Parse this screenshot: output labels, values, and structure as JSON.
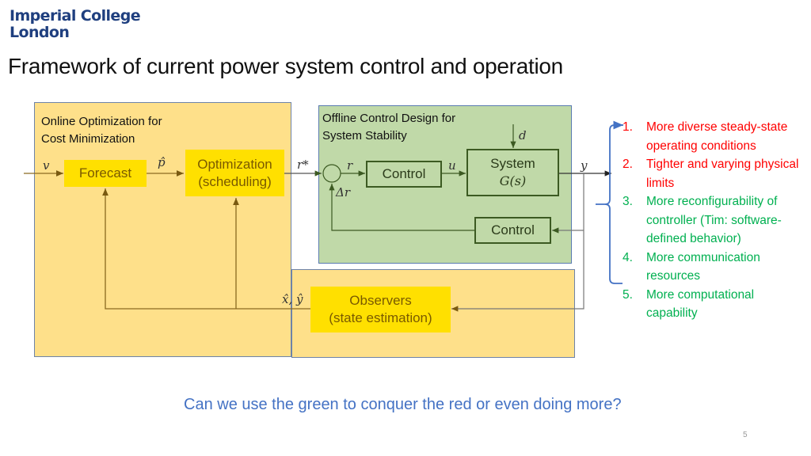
{
  "header": {
    "logo_line1": "Imperial College",
    "logo_line2": "London",
    "title": "Framework of current power system control and operation"
  },
  "colors": {
    "online_panel": "#fee08a",
    "offline_panel": "#c0d9a8",
    "block_yellow": "#ffe000",
    "red_item": "#ff0000",
    "green_item": "#00b050",
    "question": "#4472c4",
    "brace": "#4472c4"
  },
  "online_panel": {
    "label_line1": "Online Optimization for",
    "label_line2": "Cost Minimization",
    "forecast_label": "Forecast",
    "optimization_line1": "Optimization",
    "optimization_line2": "(scheduling)",
    "input_symbol": "v",
    "forecast_output_symbol": "p̂",
    "reference_symbol": "r*"
  },
  "offline_panel": {
    "label_line1": "Offline Control Design for",
    "label_line2": "System Stability",
    "control_label": "Control",
    "system_line1": "System",
    "system_line2": "G(s)",
    "feedback_control_label": "Control",
    "r_symbol": "r",
    "u_symbol": "u",
    "d_symbol": "d",
    "delta_r_symbol": "Δr",
    "y_symbol": "y"
  },
  "observer_panel": {
    "line1": "Observers",
    "line2": "(state estimation)",
    "estimate_symbol": "x̂, ŷ"
  },
  "list": [
    {
      "num": "1.",
      "text": "More diverse steady-state operating conditions",
      "color": "#ff0000"
    },
    {
      "num": "2.",
      "text": "Tighter and varying physical limits",
      "color": "#ff0000"
    },
    {
      "num": "3.",
      "text": "More reconfigurability of controller (Tim: software-defined behavior)",
      "color": "#00b050"
    },
    {
      "num": "4.",
      "text": "More communication resources",
      "color": "#00b050"
    },
    {
      "num": "5.",
      "text": "More computational capability",
      "color": "#00b050"
    }
  ],
  "footer": {
    "question": "Can we use the green to conquer the red or even doing more?",
    "page_number": "5"
  }
}
